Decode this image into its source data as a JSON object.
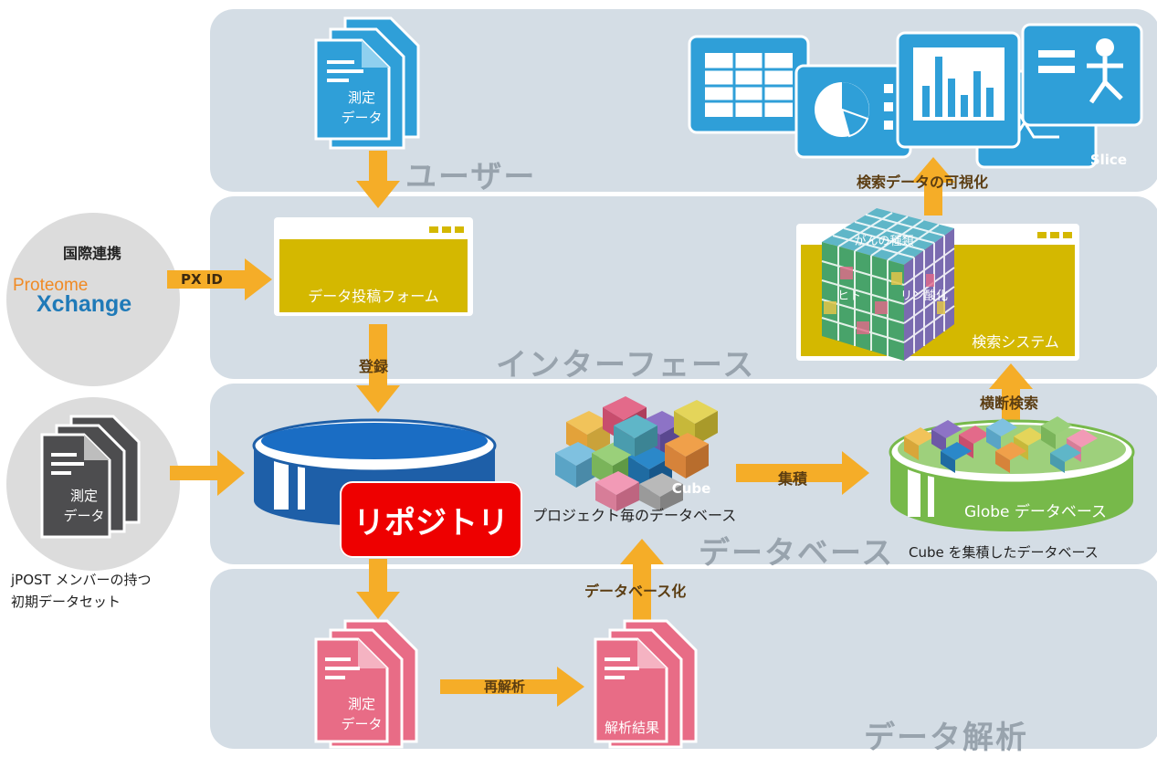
{
  "lanes": {
    "user": "ユーザー",
    "interface": "インターフェース",
    "database": "データベース",
    "analysis": "データ解析"
  },
  "user_doc": "測定\nデータ",
  "submission_form": "データ投稿フォーム",
  "register": "登録",
  "international": "国際連携",
  "px_logo": {
    "top": "Proteome",
    "bottom": "Xchange"
  },
  "px_id": "PX ID",
  "initial_doc": "測定\nデータ",
  "initial_caption": [
    "jPOST メンバーの持つ",
    "初期データセット"
  ],
  "repository": "リポジトリ",
  "cube_tag": "Cube",
  "cube_caption": "プロジェクト毎のデータベース",
  "aggregate": "集積",
  "globe_label": "Globe データベース",
  "globe_caption": "Cube を集積したデータベース",
  "cross_search": "横断検索",
  "search_system": "検索システム",
  "cube_terms": [
    "がんの種類",
    "ヒト",
    "リン酸化"
  ],
  "visualize": "検索データの可視化",
  "slice": "Slice",
  "db_convert": "データベース化",
  "reanalysis": "再解析",
  "analysis_doc": "測定\nデータ",
  "result_doc": "解析結果",
  "colors": {
    "blue": "#2f9fd8",
    "olive": "#d4b800",
    "red": "#ee0000",
    "green": "#77b94a",
    "pink": "#e86c86",
    "arrow": "#f5ad28"
  }
}
